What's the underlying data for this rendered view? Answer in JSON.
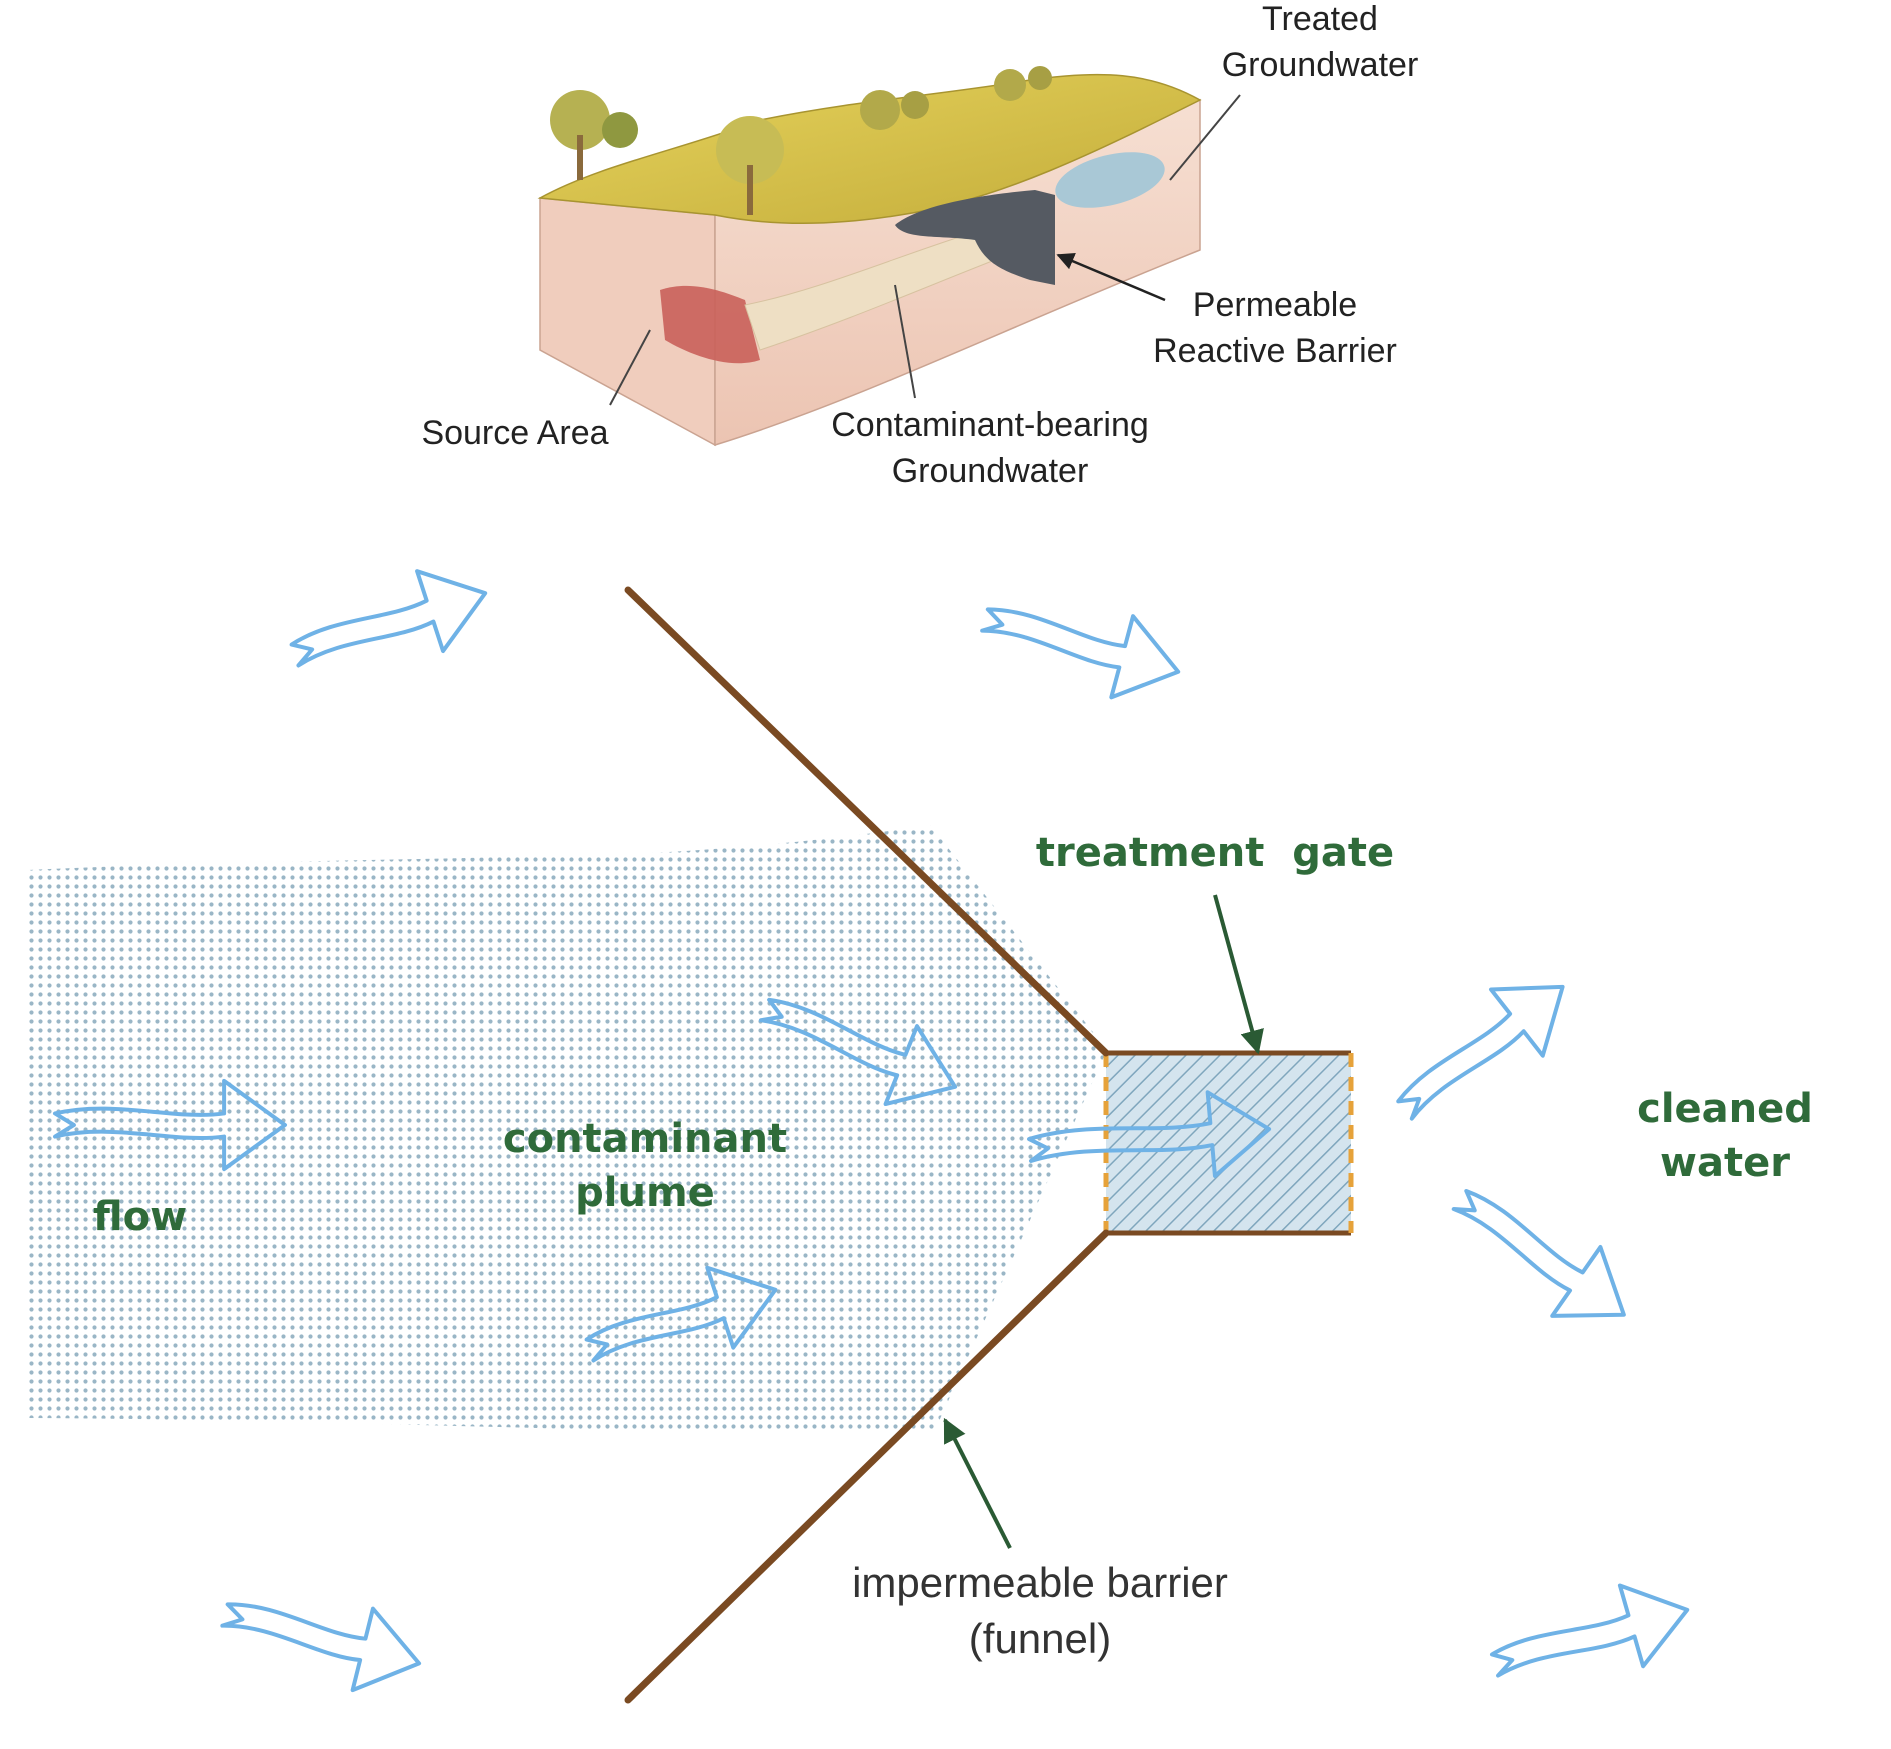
{
  "block_diagram": {
    "labels": {
      "treated_line1": "Treated",
      "treated_line2": "Groundwater",
      "prb_line1": "Permeable",
      "prb_line2": "Reactive Barrier",
      "source_area": "Source Area",
      "contaminant_line1": "Contaminant-bearing",
      "contaminant_line2": "Groundwater"
    },
    "colors": {
      "ground_surface": "#d8c248",
      "soil_side": "#f2d6c8",
      "source": "#c9605a",
      "plume": "#eedfc4",
      "barrier": "#555a62",
      "treated_water": "#a9c8d6"
    }
  },
  "funnel_diagram": {
    "labels": {
      "flow": "flow",
      "plume_line1": "contaminant",
      "plume_line2": "plume",
      "treatment_gate": "treatment  gate",
      "cleaned_line1": "cleaned",
      "cleaned_line2": "water",
      "barrier_line1": "impermeable barrier",
      "barrier_line2": "(funnel)"
    },
    "colors": {
      "arrow_outline": "#6fb2e6",
      "funnel_wall": "#7a4a22",
      "gate_dash": "#e6a23a",
      "plume_dots": "#9ab6c6",
      "label_green": "#2f6b3a",
      "pointer": "#2a5a34"
    }
  }
}
